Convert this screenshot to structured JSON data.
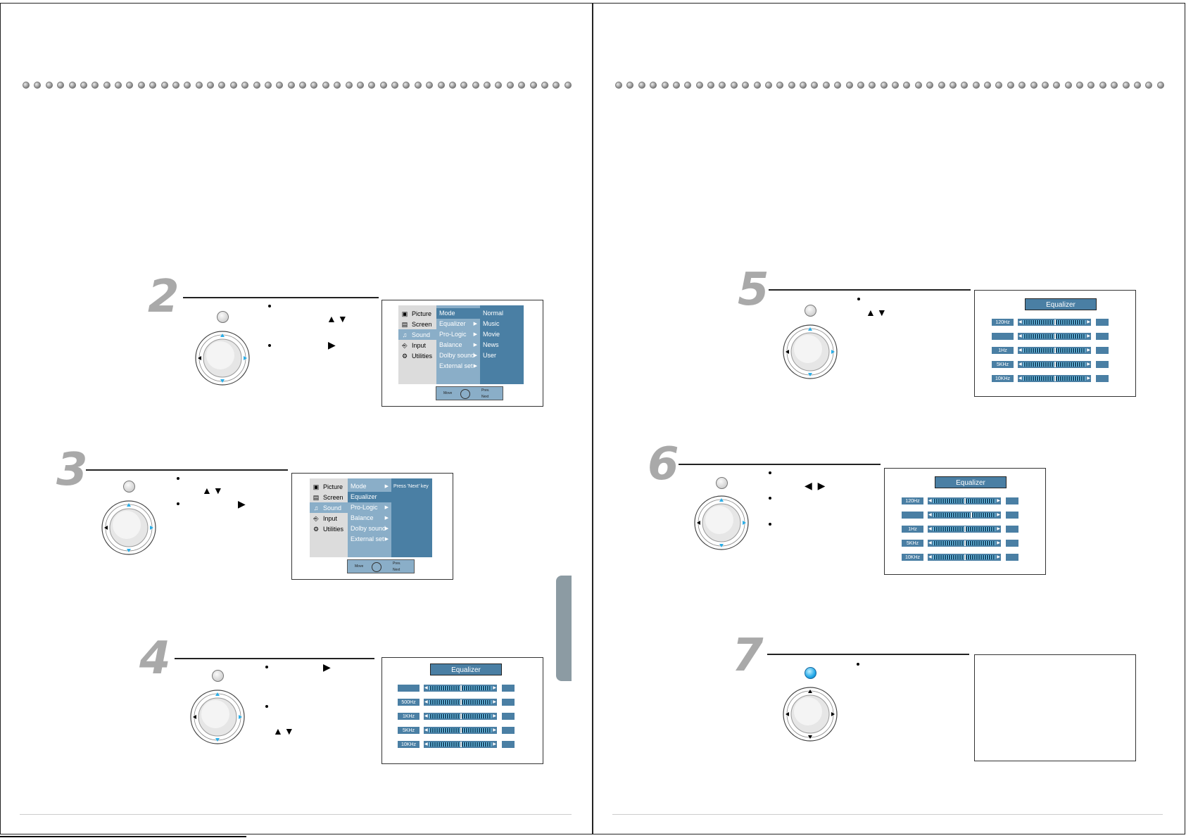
{
  "steps": {
    "s2": {
      "number": "2",
      "arrows_updown": "▲▼",
      "arrow_right": "▶"
    },
    "s3": {
      "number": "3",
      "arrows_updown": "▲▼",
      "arrow_right": "▶"
    },
    "s4": {
      "number": "4",
      "arrow_right": "▶",
      "arrows_updown": "▲▼"
    },
    "s5": {
      "number": "5",
      "arrows_updown": "▲▼"
    },
    "s6": {
      "number": "6",
      "arrows_leftright": "◀ ▶"
    },
    "s7": {
      "number": "7"
    }
  },
  "menu2": {
    "icons": [
      {
        "label": "Picture",
        "icon": "picture-icon"
      },
      {
        "label": "Screen",
        "icon": "screen-icon"
      },
      {
        "label": "Sound",
        "icon": "sound-icon"
      },
      {
        "label": "Input",
        "icon": "input-icon"
      },
      {
        "label": "Utilities",
        "icon": "utilities-icon"
      }
    ],
    "items": [
      "Mode",
      "Equalizer",
      "Pro-Logic",
      "Balance",
      "Dolby sound",
      "External set"
    ],
    "options": [
      "Normal",
      "Music",
      "Movie",
      "News",
      "User"
    ]
  },
  "menu3": {
    "icons": [
      {
        "label": "Picture",
        "icon": "picture-icon"
      },
      {
        "label": "Screen",
        "icon": "screen-icon"
      },
      {
        "label": "Sound",
        "icon": "sound-icon"
      },
      {
        "label": "Input",
        "icon": "input-icon"
      },
      {
        "label": "Utilities",
        "icon": "utilities-icon"
      }
    ],
    "items": [
      "Mode",
      "Equalizer",
      "Pro-Logic",
      "Balance",
      "Dolby sound",
      "External set"
    ],
    "hint": "Press 'Next' key"
  },
  "navbar": {
    "move": "Move",
    "prev": "Prev.",
    "next": "Next"
  },
  "eq4": {
    "title": "Equalizer",
    "bands": [
      "",
      "500Hz",
      "1KHz",
      "5KHz",
      "10KHz"
    ],
    "levels": [
      0.5,
      0.5,
      0.5,
      0.5,
      0.5
    ]
  },
  "eq5": {
    "title": "Equalizer",
    "bands": [
      "120Hz",
      "",
      "1Hz",
      "5KHz",
      "10KHz"
    ],
    "levels": [
      0.5,
      0.5,
      0.5,
      0.5,
      0.5
    ]
  },
  "eq6": {
    "title": "Equalizer",
    "bands": [
      "120Hz",
      "",
      "1Hz",
      "5KHz",
      "10KHz"
    ],
    "levels": [
      0.5,
      0.6,
      0.5,
      0.5,
      0.5
    ]
  },
  "colors": {
    "menu_dark": "#4a7fa4",
    "menu_light": "#8aaec8",
    "step_number": "#a9a9a9",
    "button_active": "#22a8e8"
  }
}
